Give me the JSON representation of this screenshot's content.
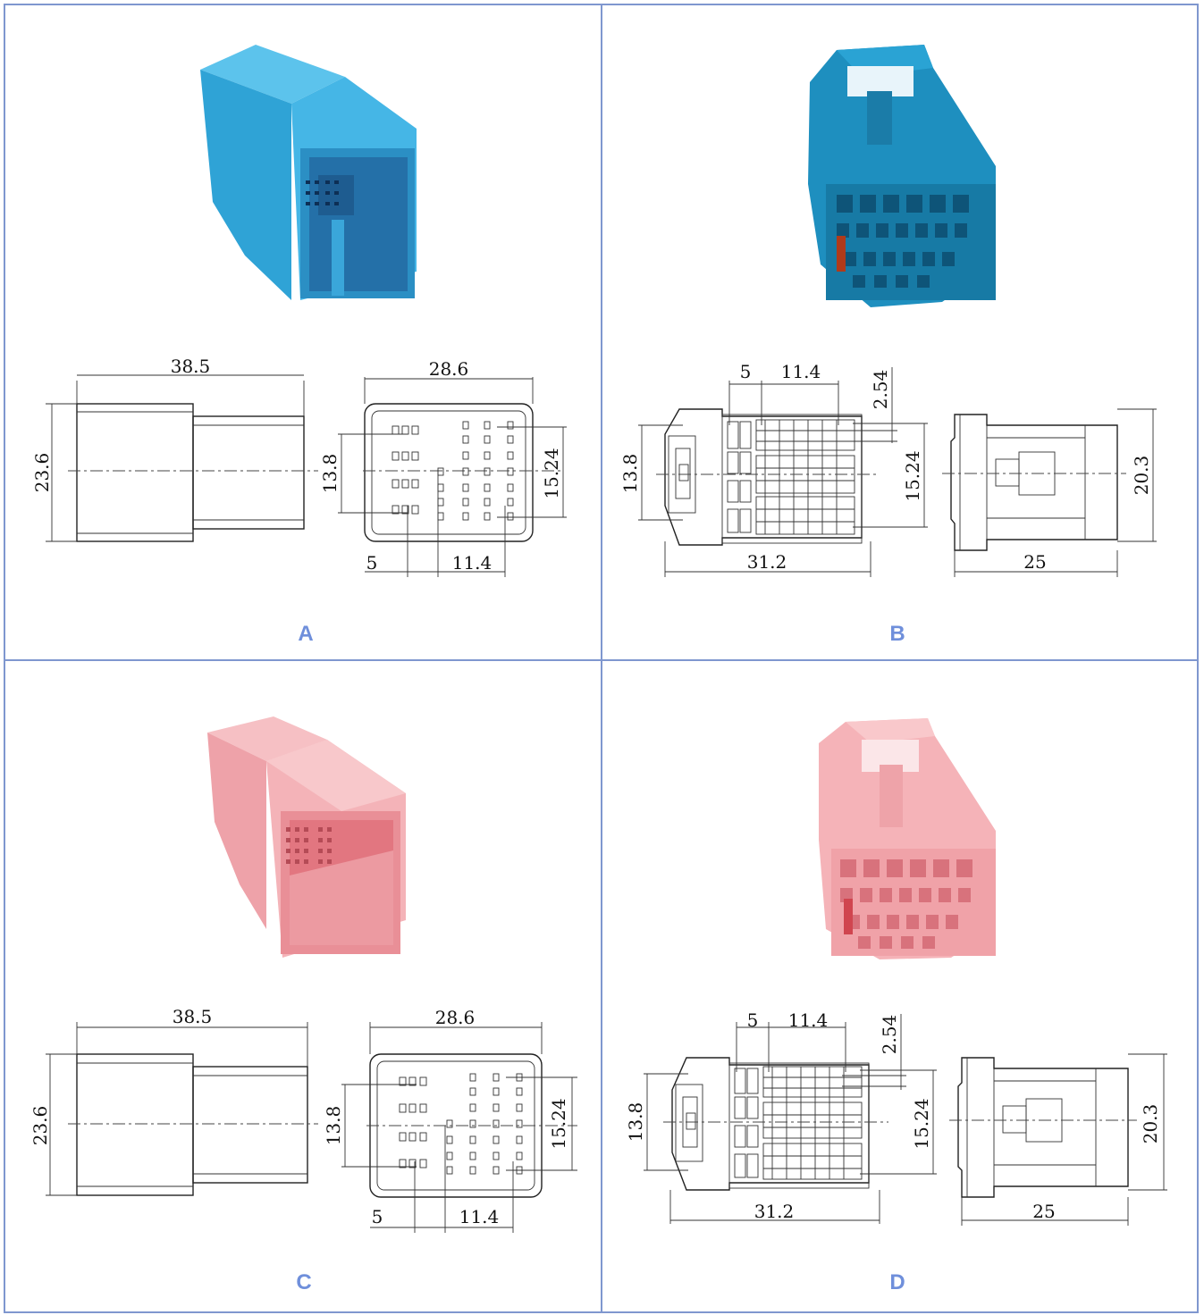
{
  "panels": [
    {
      "label": "A",
      "body_color": "#3aaee0",
      "side": {
        "length": "38.5",
        "height": "23.6"
      },
      "front": {
        "width": "28.6",
        "height1": "13.8",
        "height2": "15.24",
        "offset": "5",
        "pitch_span": "11.4"
      }
    },
    {
      "label": "B",
      "body_color": "#1e8fbf",
      "front": {
        "top_offset": "5",
        "top_span": "11.4",
        "pitch": "2.54",
        "height1": "13.8",
        "height2": "15.24",
        "width": "31.2"
      },
      "side": {
        "length": "25",
        "height": "20.3"
      }
    },
    {
      "label": "C",
      "body_color": "#f2aab0",
      "side": {
        "length": "38.5",
        "height": "23.6"
      },
      "front": {
        "width": "28.6",
        "height1": "13.8",
        "height2": "15.24",
        "offset": "5",
        "pitch_span": "11.4"
      }
    },
    {
      "label": "D",
      "body_color": "#f5b3b8",
      "front": {
        "top_offset": "5",
        "top_span": "11.4",
        "pitch": "2.54",
        "height1": "13.8",
        "height2": "15.24",
        "width": "31.2"
      },
      "side": {
        "length": "25",
        "height": "20.3"
      }
    }
  ]
}
